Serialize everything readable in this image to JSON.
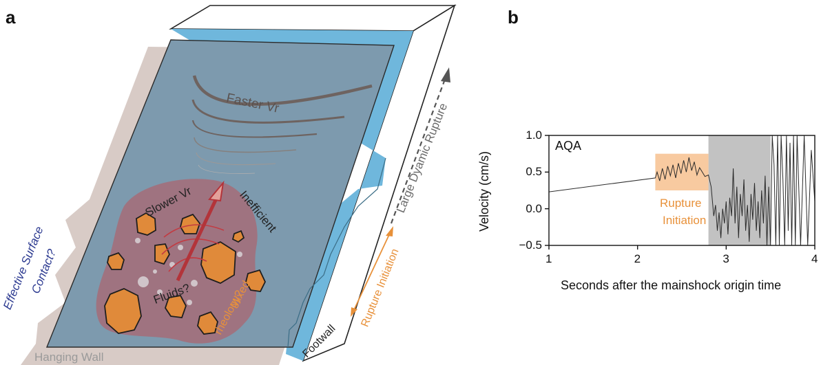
{
  "panels": {
    "a": "a",
    "b": "b"
  },
  "diagram": {
    "faster_vr": "Faster Vr",
    "slower_vr": "Slower Vr",
    "inefficient": "Inefficient",
    "fluids": "Fluids?",
    "mixed_rheology_1": "Mixed",
    "mixed_rheology_2": "rheology?",
    "effective_surface_1": "Effective Surface",
    "effective_surface_2": "Contact?",
    "hanging_wall": "Hanging Wall",
    "footwall": "Footwall",
    "rupture_initiation": "Rupture Initiation",
    "large_rupture": "Large Dyamic Rupture",
    "colors": {
      "fault_blue": "#6fb7dc",
      "fault_face": "#7d9aae",
      "patch": "#a2707c",
      "asperity": "#e08a3a",
      "hanging_wall": "#d8cbc6",
      "arrow_red": "#b3343a",
      "orange_text": "#e8913a",
      "blue_text": "#2b3990"
    }
  },
  "chart_data": {
    "type": "line",
    "station_label": "AQA",
    "xlabel": "Seconds after the mainshock origin time",
    "ylabel": "Velocity (cm/s)",
    "xlim": [
      1,
      4
    ],
    "ylim": [
      -0.5,
      1.0
    ],
    "xticks": [
      1,
      2,
      3,
      4
    ],
    "yticks": [
      -0.5,
      0.0,
      0.5,
      1.0
    ],
    "ytick_labels": [
      "−0.5",
      "0.0",
      "0.5",
      "1.0"
    ],
    "highlight_orange": {
      "x_range": [
        2.2,
        2.8
      ],
      "y_range": [
        0.25,
        0.75
      ],
      "label_1": "Rupture",
      "label_2": "Initiation",
      "color": "#f8caa0"
    },
    "highlight_gray": {
      "x_range": [
        2.8,
        3.5
      ],
      "color": "#c2c2c2"
    },
    "series": [
      {
        "x": [
          1.0,
          2.2,
          2.22,
          2.25,
          2.28,
          2.31,
          2.34,
          2.37,
          2.4,
          2.43,
          2.46,
          2.49,
          2.52,
          2.55,
          2.58,
          2.61,
          2.64,
          2.67,
          2.7,
          2.73,
          2.76,
          2.8,
          2.83,
          2.86,
          2.88,
          2.9,
          2.92,
          2.94,
          2.96,
          2.98,
          3.0,
          3.02,
          3.04,
          3.06,
          3.08,
          3.1,
          3.12,
          3.14,
          3.16,
          3.18,
          3.2,
          3.22,
          3.24,
          3.26,
          3.28,
          3.3,
          3.32,
          3.34,
          3.36,
          3.38,
          3.4,
          3.42,
          3.44,
          3.46,
          3.48,
          3.5,
          3.52,
          3.54,
          3.56,
          3.58,
          3.6,
          3.62,
          3.64,
          3.66,
          3.68,
          3.7,
          3.72,
          3.74,
          3.76,
          3.78,
          3.8,
          3.84,
          3.88,
          3.92,
          3.96,
          4.0
        ],
        "y": [
          0.23,
          0.42,
          0.5,
          0.38,
          0.55,
          0.4,
          0.58,
          0.45,
          0.6,
          0.42,
          0.62,
          0.48,
          0.66,
          0.5,
          0.7,
          0.52,
          0.64,
          0.46,
          0.56,
          0.5,
          0.44,
          0.46,
          0.3,
          -0.1,
          0.05,
          -0.3,
          -0.05,
          -0.4,
          0.0,
          -0.2,
          0.1,
          -0.35,
          0.15,
          -0.1,
          0.55,
          -0.2,
          0.3,
          -0.4,
          0.2,
          -0.1,
          0.4,
          -0.3,
          0.05,
          -0.45,
          0.2,
          -0.15,
          0.35,
          -0.3,
          0.1,
          -0.4,
          0.25,
          -0.2,
          0.45,
          -0.5,
          0.3,
          -0.5,
          1.0,
          0.6,
          -0.5,
          1.0,
          -0.5,
          1.0,
          0.4,
          -0.5,
          1.0,
          -0.3,
          0.9,
          -0.5,
          1.0,
          -0.5,
          1.0,
          -0.5,
          1.0,
          -0.5,
          0.8,
          0.1
        ]
      }
    ]
  }
}
